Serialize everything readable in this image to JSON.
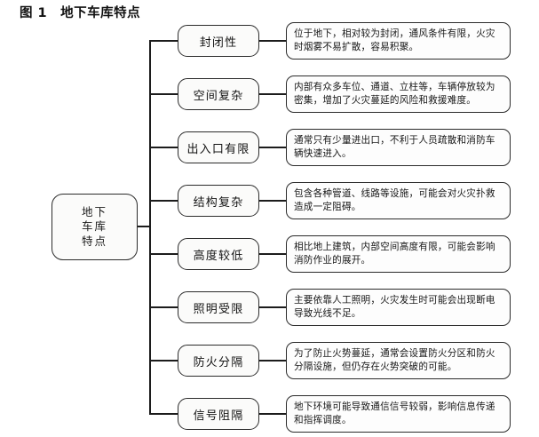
{
  "figure": {
    "title": "图 1　地下车库特点",
    "root": {
      "lines": [
        "地下",
        "车库",
        "特点"
      ],
      "full_text": "地下车库特点"
    },
    "branches": [
      {
        "topic": "封闭性",
        "description": "位于地下，相对较为封闭，通风条件有限，火灾时烟雾不易扩散，容易积聚。"
      },
      {
        "topic": "空间复杂",
        "description": "内部有众多车位、通道、立柱等，车辆停放较为密集，增加了火灾蔓延的风险和救援难度。"
      },
      {
        "topic": "出入口有限",
        "description": "通常只有少量进出口，不利于人员疏散和消防车辆快速进入。"
      },
      {
        "topic": "结构复杂",
        "description": "包含各种管道、线路等设施，可能会对火灾扑救造成一定阻碍。"
      },
      {
        "topic": "高度较低",
        "description": "相比地上建筑，内部空间高度有限，可能会影响消防作业的展开。"
      },
      {
        "topic": "照明受限",
        "description": "主要依靠人工照明，火灾发生时可能会出现断电导致光线不足。"
      },
      {
        "topic": "防火分隔",
        "description": "为了防止火势蔓延，通常会设置防火分区和防火分隔设施，但仍存在火势突破的可能。"
      },
      {
        "topic": "信号阻隔",
        "description": "地下环境可能导致通信信号较弱，影响信息传递和指挥调度。"
      }
    ],
    "colors": {
      "background": "#ffffff",
      "line": "#1c1c1c",
      "node_border": "#2b2b2b",
      "node_fill": "#fbfbfa",
      "desc_fill": "#fdfdfd",
      "text": "#1a1a1a"
    }
  }
}
